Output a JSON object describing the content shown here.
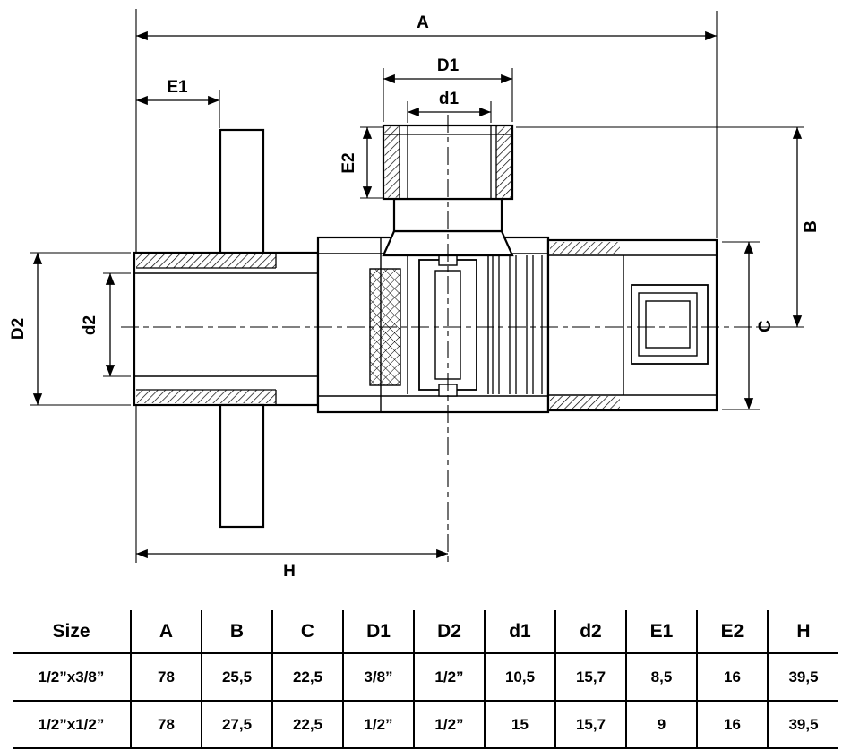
{
  "drawing": {
    "labels": {
      "A": "A",
      "D1": "D1",
      "d1": "d1",
      "E1": "E1",
      "E2": "E2",
      "B": "B",
      "C": "C",
      "D2": "D2",
      "d2": "d2",
      "H": "H"
    }
  },
  "table": {
    "headers": [
      "Size",
      "A",
      "B",
      "C",
      "D1",
      "D2",
      "d1",
      "d2",
      "E1",
      "E2",
      "H"
    ],
    "rows": [
      [
        "1/2”x3/8”",
        "78",
        "25,5",
        "22,5",
        "3/8”",
        "1/2”",
        "10,5",
        "15,7",
        "8,5",
        "16",
        "39,5"
      ],
      [
        "1/2”x1/2”",
        "78",
        "27,5",
        "22,5",
        "1/2”",
        "1/2”",
        "15",
        "15,7",
        "9",
        "16",
        "39,5"
      ]
    ]
  }
}
